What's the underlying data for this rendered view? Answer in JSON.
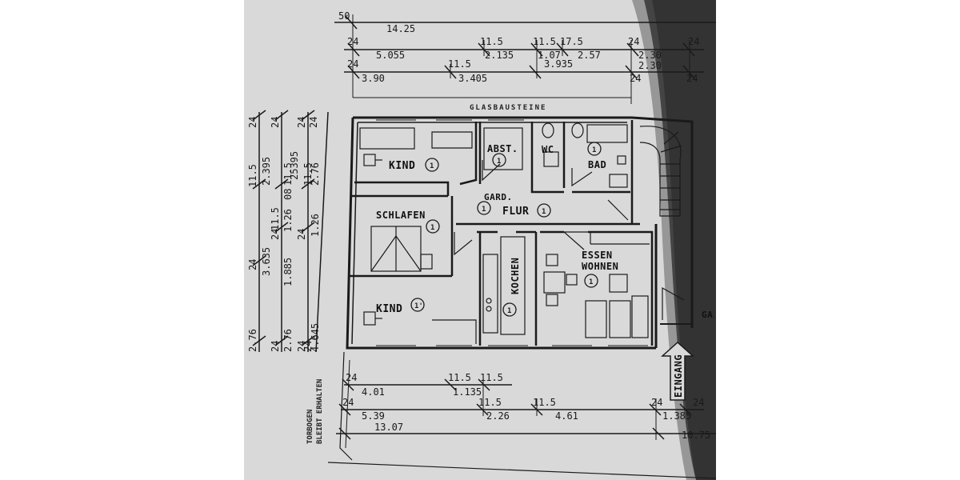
{
  "colors": {
    "paper": "#d9d9d9",
    "ink": "#1a1a1a",
    "shadow": "#151515"
  },
  "top_dims": {
    "row0": [
      "50",
      "14.25"
    ],
    "row1": [
      "24",
      "5.055",
      "11.5",
      "2.135",
      "11.5",
      "1.07",
      "17.5",
      "2.57",
      "24",
      "2.30",
      "24"
    ],
    "row2": [
      "24",
      "3.90",
      "11.5",
      "3.405",
      "3.935",
      "24",
      "2.30",
      "24"
    ]
  },
  "top_label": "GLASBAUSTEINE",
  "left_dims": {
    "col1": [
      "24",
      "11.5",
      "3.635",
      "2.76",
      "24"
    ],
    "col2": [
      "24",
      "2.395",
      "11.5",
      "1.885",
      "24",
      "2.76",
      "24"
    ],
    "col3": [
      "24",
      "11.5",
      "1.26",
      "08",
      "25395",
      "24",
      "24"
    ],
    "col4": [
      "24",
      "11.5",
      "2.76",
      "1.26",
      "4.645",
      "24"
    ]
  },
  "bottom_dims": {
    "row1": [
      "24",
      "4.01",
      "11.5",
      "11.5",
      "1.135"
    ],
    "row2": [
      "24",
      "5.39",
      "11.5",
      "2.26",
      "11.5",
      "4.61",
      "24",
      "24",
      "1.385"
    ],
    "row3": [
      "13.07",
      "10.75"
    ]
  },
  "side_note": [
    "TORBOGEN",
    "BLEIBT ERHALTEN"
  ],
  "entrance": "EINGANG",
  "edge_label": "GA",
  "rooms": {
    "kind_top": {
      "name": "KIND",
      "num": "1"
    },
    "abst": {
      "name": "ABST.",
      "num": "1"
    },
    "wc": {
      "name": "WC"
    },
    "bad": {
      "name": "BAD",
      "num": "1"
    },
    "gard": {
      "name": "GARD.",
      "num": "1"
    },
    "flur": {
      "name": "FLUR",
      "num": "1"
    },
    "schlafen": {
      "name": "SCHLAFEN",
      "num": "1"
    },
    "kochen": {
      "name": "KOCHEN",
      "num": "1"
    },
    "essen": {
      "name1": "ESSEN",
      "name2": "WOHNEN",
      "num": "1"
    },
    "kind_bottom": {
      "name": "KIND",
      "num": "1'"
    }
  }
}
